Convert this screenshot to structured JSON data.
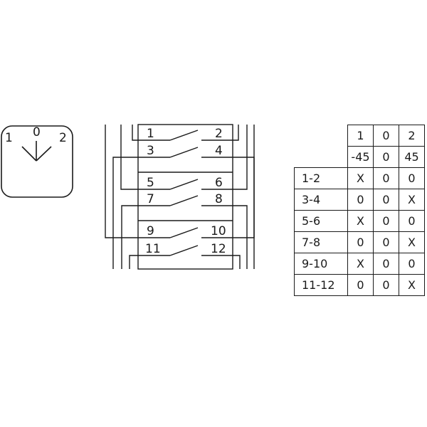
{
  "dial": {
    "positions": [
      "1",
      "0",
      "2"
    ]
  },
  "contacts": [
    {
      "left": "1",
      "right": "2"
    },
    {
      "left": "3",
      "right": "4"
    },
    {
      "left": "5",
      "right": "6"
    },
    {
      "left": "7",
      "right": "8"
    },
    {
      "left": "9",
      "right": "10"
    },
    {
      "left": "11",
      "right": "12"
    }
  ],
  "table": {
    "positions": [
      "1",
      "0",
      "2"
    ],
    "angles": [
      "-45",
      "0",
      "45"
    ],
    "rows": [
      {
        "label": "1-2",
        "states": [
          "X",
          "0",
          "0"
        ]
      },
      {
        "label": "3-4",
        "states": [
          "0",
          "0",
          "X"
        ]
      },
      {
        "label": "5-6",
        "states": [
          "X",
          "0",
          "0"
        ]
      },
      {
        "label": "7-8",
        "states": [
          "0",
          "0",
          "X"
        ]
      },
      {
        "label": "9-10",
        "states": [
          "X",
          "0",
          "0"
        ]
      },
      {
        "label": "11-12",
        "states": [
          "0",
          "0",
          "X"
        ]
      }
    ]
  }
}
